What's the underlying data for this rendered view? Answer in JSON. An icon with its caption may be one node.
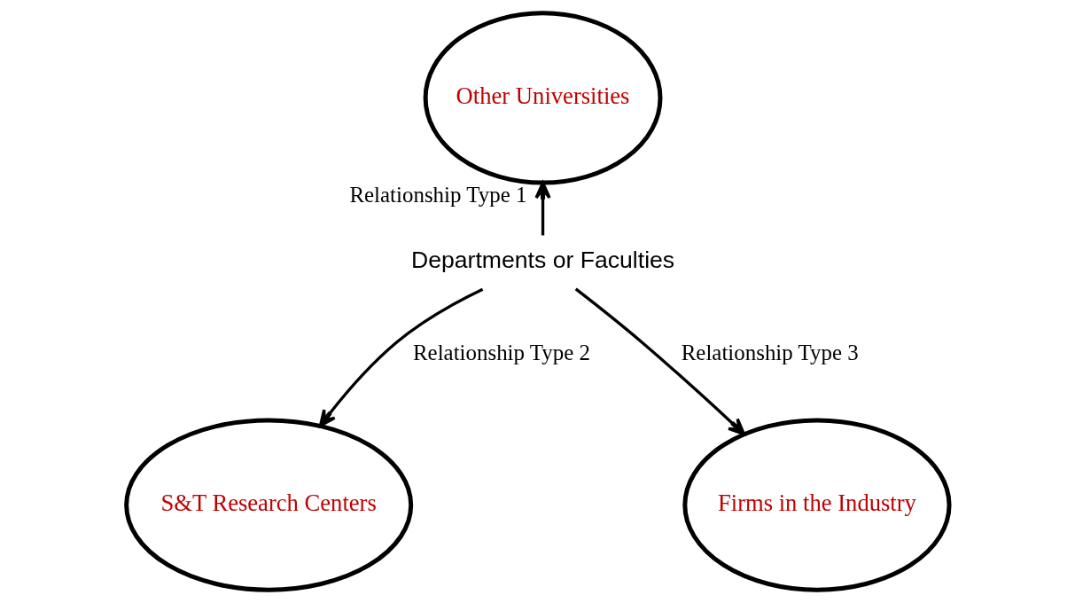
{
  "diagram": {
    "nodes": [
      {
        "text": [
          "Other Universities"
        ]
      },
      {
        "text": [
          "Departments or Faculties"
        ]
      },
      {
        "text": [
          "S&T Research Centers"
        ]
      },
      {
        "text": [
          "Firms in the Industry"
        ]
      }
    ],
    "edges": [
      {
        "from": 1,
        "to": 0,
        "arrow": "to",
        "label": "Relationship Type 1"
      },
      {
        "from": 1,
        "to": 2,
        "arrow": "to",
        "label": "Relationship Type 2"
      },
      {
        "from": 1,
        "to": 3,
        "arrow": "to",
        "label": "Relationship Type 3"
      }
    ]
  }
}
